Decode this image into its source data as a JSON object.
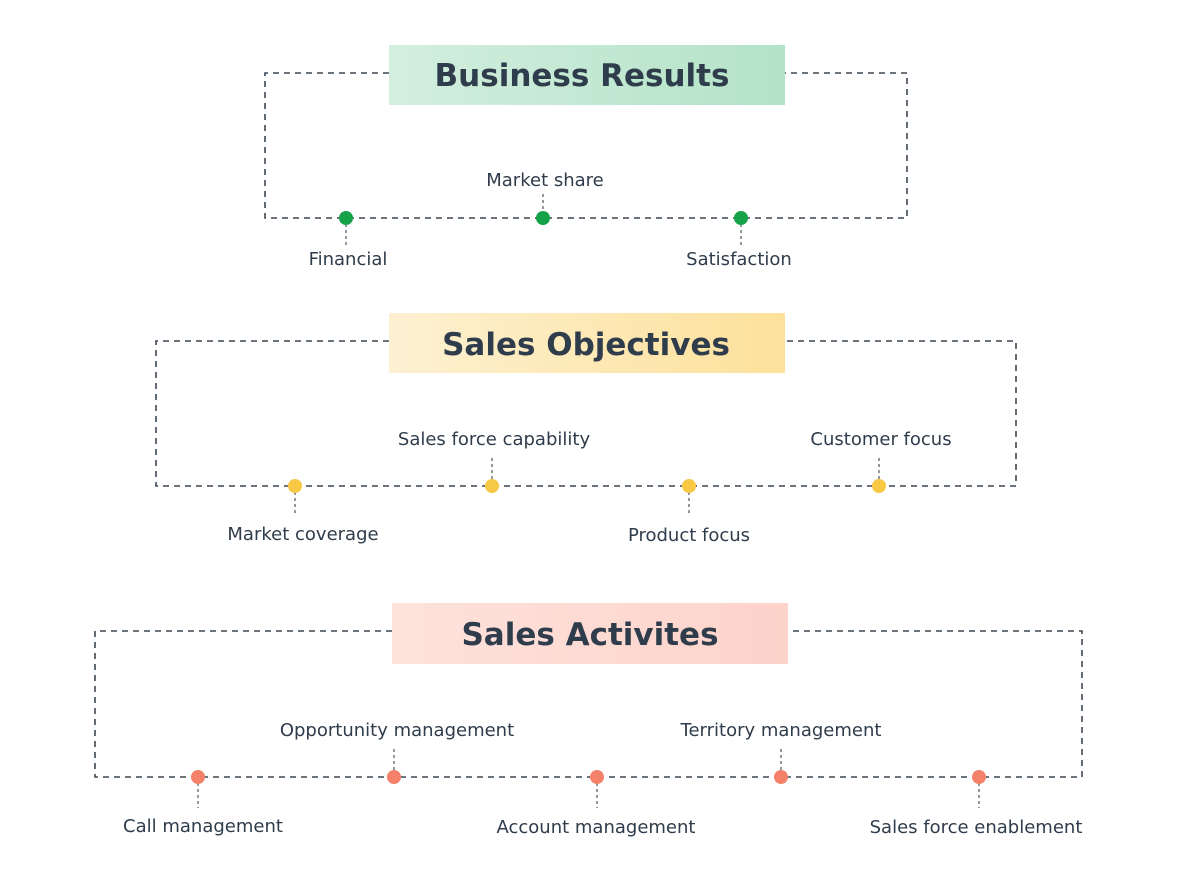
{
  "sections": [
    {
      "title": "Business Results",
      "colors": {
        "gradient_start": "#d3eedf",
        "gradient_end": "#b3e3c7",
        "dot": "#16a249"
      },
      "items": [
        {
          "label": "Financial",
          "side": "below"
        },
        {
          "label": "Market share",
          "side": "above"
        },
        {
          "label": "Satisfaction",
          "side": "below"
        }
      ]
    },
    {
      "title": "Sales Objectives",
      "colors": {
        "gradient_start": "#fdf1d2",
        "gradient_end": "#fde19b",
        "dot": "#f7c843"
      },
      "items": [
        {
          "label": "Market coverage",
          "side": "below"
        },
        {
          "label": "Sales force capability",
          "side": "above"
        },
        {
          "label": "Product focus",
          "side": "below"
        },
        {
          "label": "Customer focus",
          "side": "above"
        }
      ]
    },
    {
      "title": "Sales Activites",
      "colors": {
        "gradient_start": "#fde2dc",
        "gradient_end": "#fdd3ca",
        "dot": "#f4826b"
      },
      "items": [
        {
          "label": "Call management",
          "side": "below"
        },
        {
          "label": "Opportunity management",
          "side": "above"
        },
        {
          "label": "Account management",
          "side": "below"
        },
        {
          "label": "Territory management",
          "side": "above"
        },
        {
          "label": "Sales force enablement",
          "side": "below"
        }
      ]
    }
  ]
}
